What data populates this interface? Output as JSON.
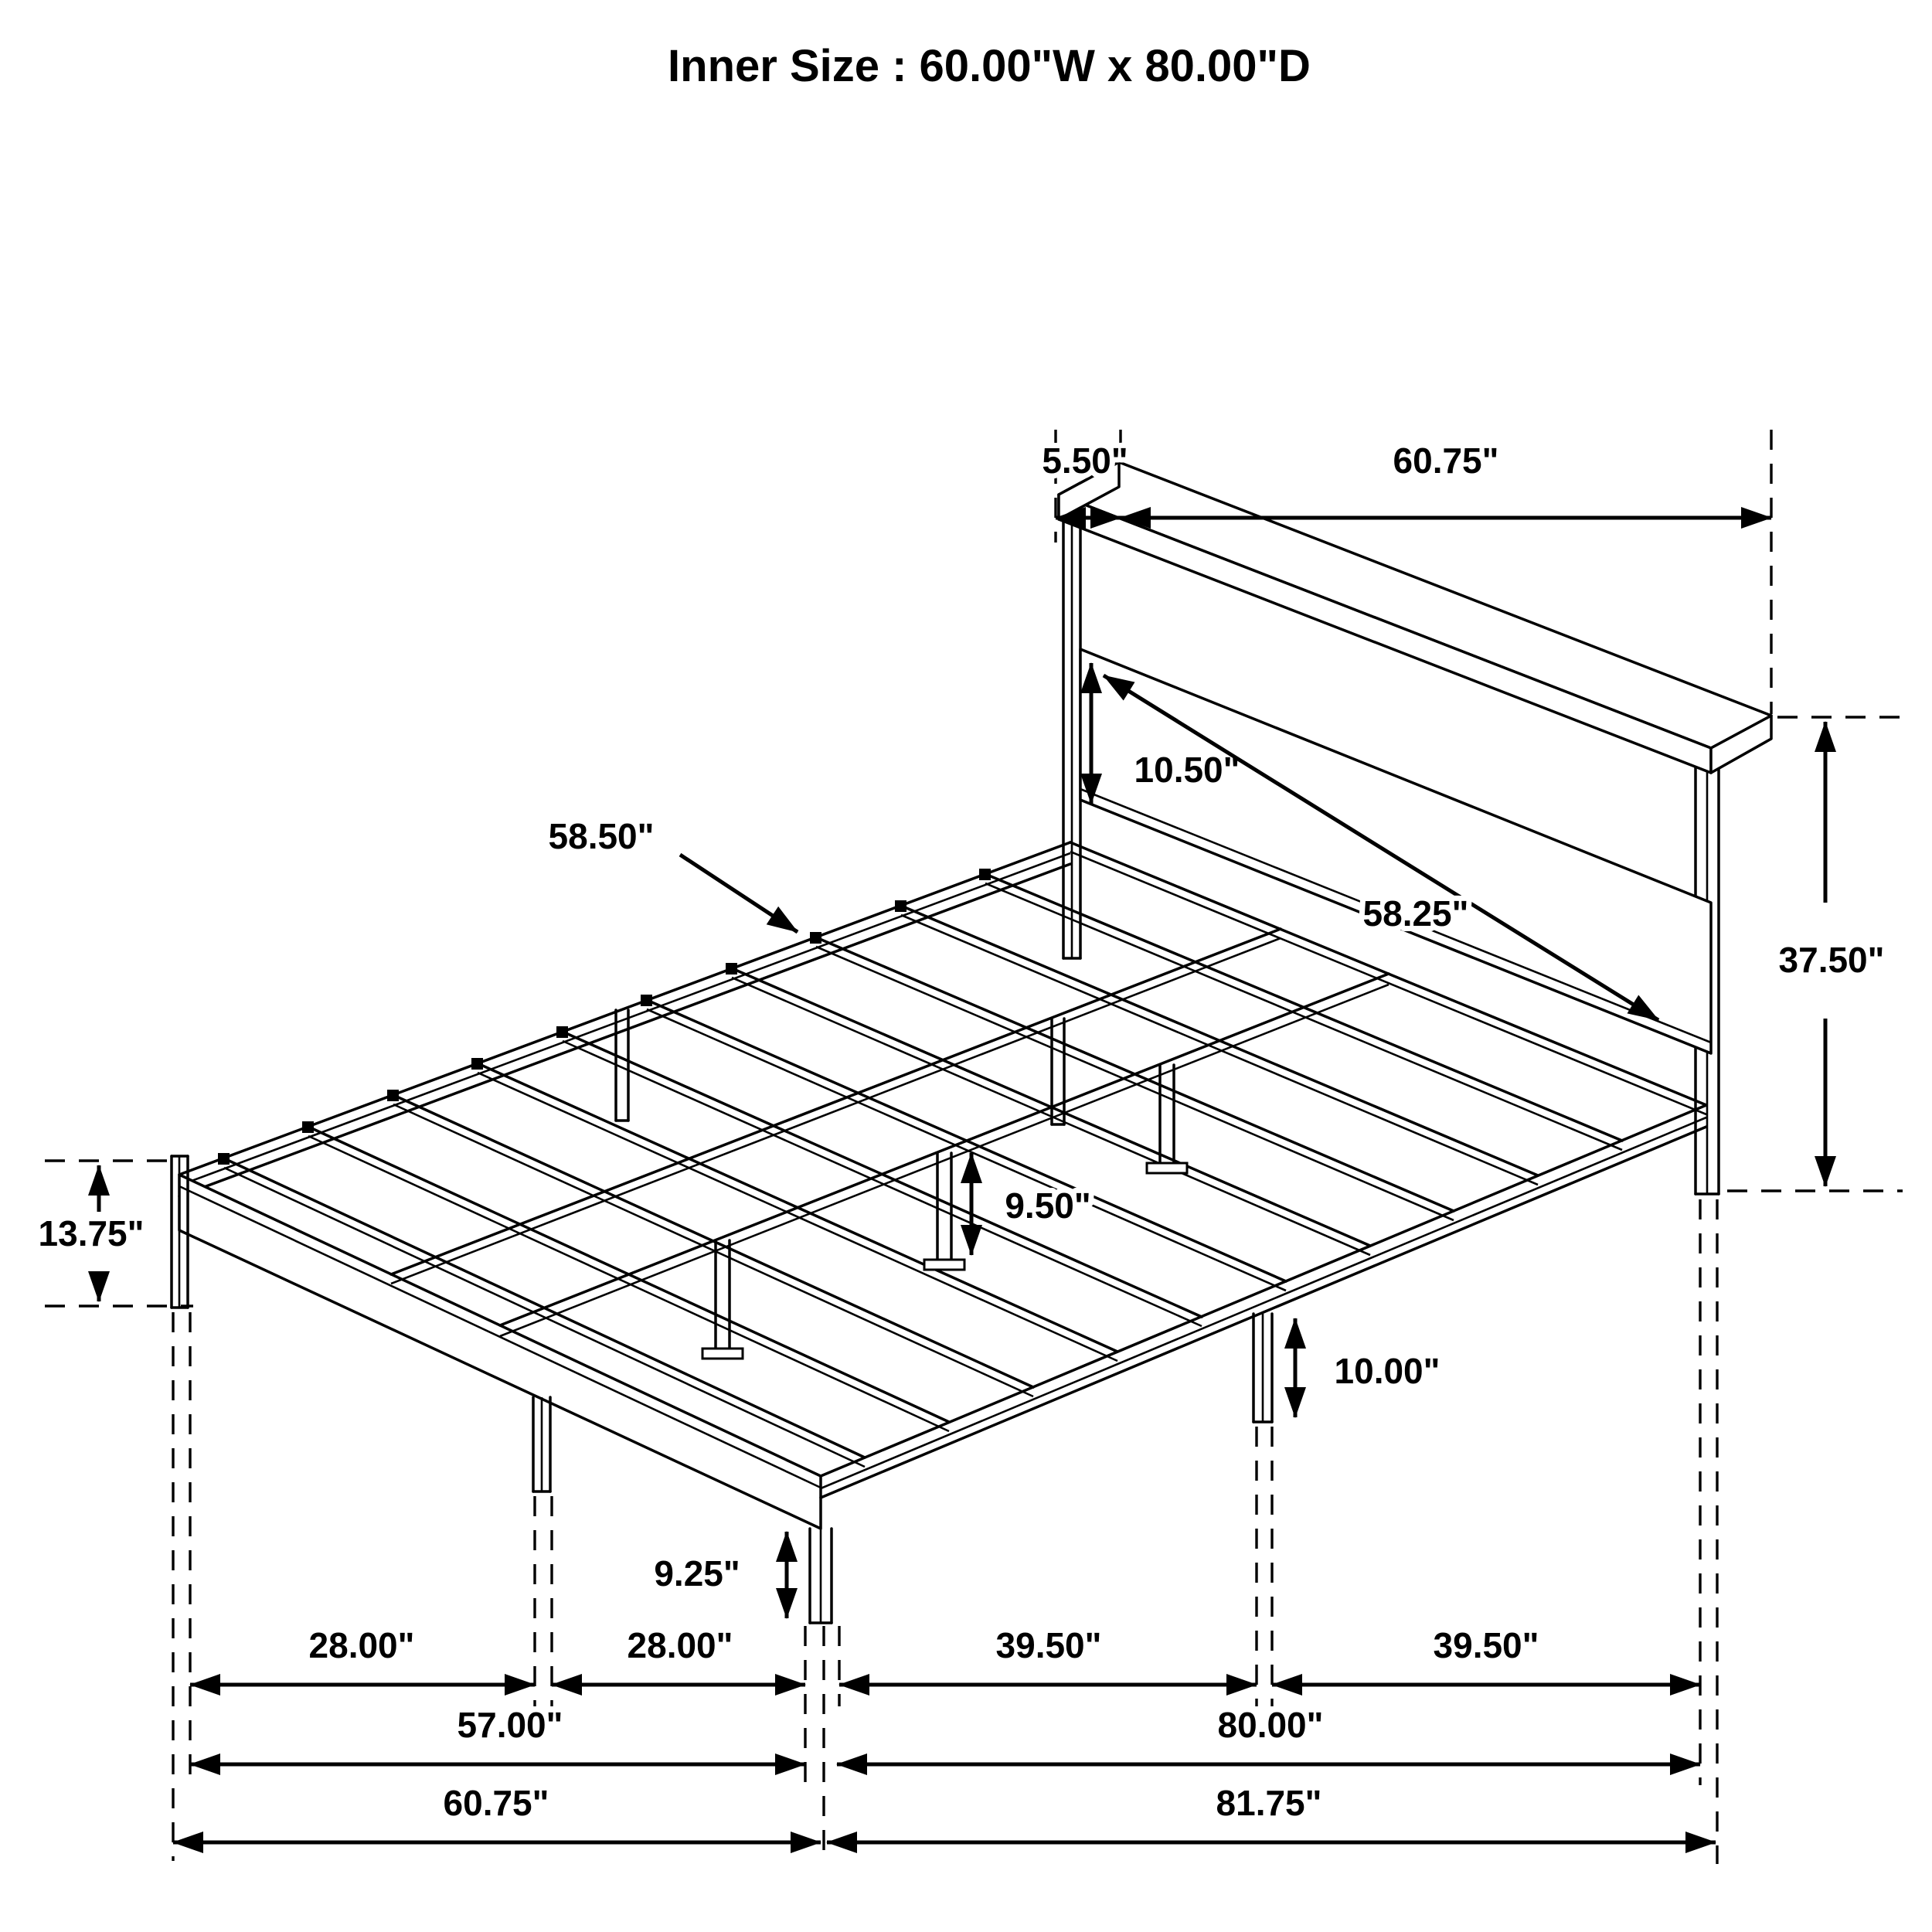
{
  "title": "Inner Size : 60.00\"W x 80.00\"D",
  "diagram": {
    "type": "dimensioned isometric line drawing",
    "subject": "metal platform bed frame with bookcase headboard",
    "units": "inches",
    "line_color": "#000000",
    "background_color": "#ffffff"
  },
  "inner_size": {
    "width": "60.00\"",
    "depth": "80.00\""
  },
  "dimensions": {
    "headboard_shelf_depth": "5.50\"",
    "headboard_top_width": "60.75\"",
    "headboard_panel_height": "10.50\"",
    "headboard_panel_length": "58.25\"",
    "headboard_height": "37.50\"",
    "slat_length": "58.50\"",
    "foot_post_height": "13.75\"",
    "center_leg_height": "9.50\"",
    "side_leg_height": "10.00\"",
    "front_corner_leg_height": "9.25\"",
    "foot_span_left": "28.00\"",
    "foot_span_right": "28.00\"",
    "foot_width_inner": "57.00\"",
    "overall_width": "60.75\"",
    "side_span_front": "39.50\"",
    "side_span_rear": "39.50\"",
    "side_depth_inner": "80.00\"",
    "overall_depth": "81.75\""
  }
}
